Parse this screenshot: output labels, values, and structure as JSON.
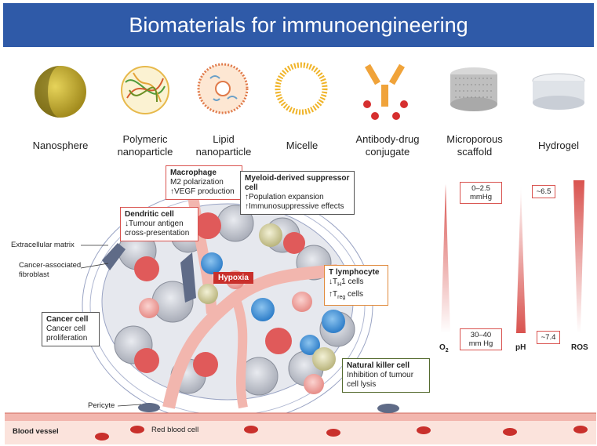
{
  "title": "Biomaterials for immunoengineering",
  "materials": [
    {
      "icon": "nanosphere-icon",
      "label": "Nanosphere"
    },
    {
      "icon": "polymeric-nanoparticle-icon",
      "label": "Polymeric nanoparticle"
    },
    {
      "icon": "lipid-nanoparticle-icon",
      "label": "Lipid nanoparticle"
    },
    {
      "icon": "micelle-icon",
      "label": "Micelle"
    },
    {
      "icon": "antibody-drug-conjugate-icon",
      "label": "Antibody-drug conjugate"
    },
    {
      "icon": "microporous-scaffold-icon",
      "label": "Microporous scaffold"
    },
    {
      "icon": "hydrogel-icon",
      "label": "Hydrogel"
    }
  ],
  "callouts": {
    "macrophage": {
      "title": "Macrophage",
      "line1": "M2 polarization",
      "line2": "↑VEGF production"
    },
    "mdsc": {
      "title": "Myeloid-derived suppressor cell",
      "line1": "↑Population expansion",
      "line2": "↑Immunosuppressive effects"
    },
    "dendritic": {
      "title": "Dendritic cell",
      "line1": "↓Tumour antigen",
      "line2": "cross-presentation"
    },
    "tcell": {
      "title": "T lymphocyte",
      "line1_pre": "↓T",
      "line1_sub": "H",
      "line1_post": "1 cells",
      "line2_pre": "↑T",
      "line2_sub": "reg",
      "line2_post": " cells"
    },
    "cancer": {
      "title": "Cancer cell",
      "line1": "Cancer cell",
      "line2": "proliferation"
    },
    "nk": {
      "title": "Natural killer cell",
      "line1": "Inhibition of tumour",
      "line2": "cell lysis"
    }
  },
  "side_labels": {
    "ecm": "Extracellular matrix",
    "caf1": "Cancer-associated",
    "caf2": "fibroblast",
    "pericyte": "Pericyte",
    "rbc": "Red blood cell",
    "vessel": "Blood vessel",
    "hypoxia": "Hypoxia"
  },
  "gradients": {
    "o2": {
      "label_pre": "O",
      "label_sub": "2",
      "top_value": "0–2.5 mmHg",
      "bottom_value": "30–40 mm Hg"
    },
    "ph": {
      "label": "pH",
      "top_value": "~6.5",
      "bottom_value": "~7.4"
    },
    "ros": {
      "label": "ROS"
    }
  },
  "colors": {
    "banner": "#2f5aa8",
    "gradient": "#d9534f",
    "vessel": "#f4c6b8",
    "tcell": "#3b8fd6",
    "macrophage": "#e05a5a",
    "nk": "#d9d6a8"
  }
}
